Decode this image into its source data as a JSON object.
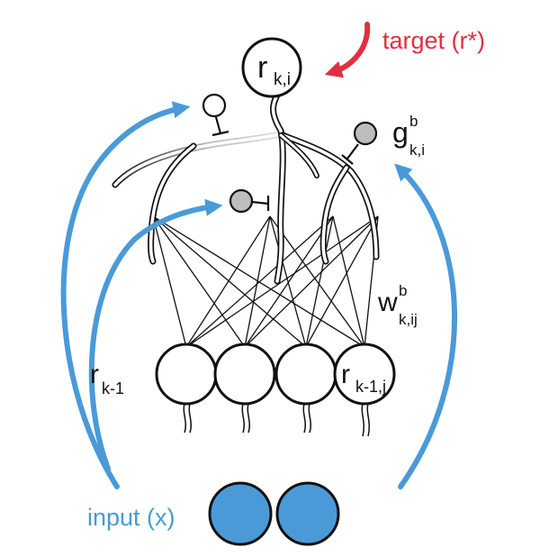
{
  "labels": {
    "target": "target (r*)",
    "input": "input (x)",
    "r_ki_main": "r",
    "r_ki_sub": "k,i",
    "g_main": "g",
    "g_sup": "b",
    "g_sub": "k,i",
    "w_main": "w",
    "w_sup": "b",
    "w_sub": "k,ij",
    "rk1_main": "r",
    "rk1_sub": "k-1",
    "rk1j_main": "r",
    "rk1j_sub": "k-1,j"
  },
  "colors": {
    "ink": "#111111",
    "target_red": "#e0303f",
    "input_blue": "#4a9ad8",
    "input_neuron_fill": "#4a9ad8",
    "gate_fill": "#bdbdbd",
    "open_gate_fill": "#ffffff"
  }
}
